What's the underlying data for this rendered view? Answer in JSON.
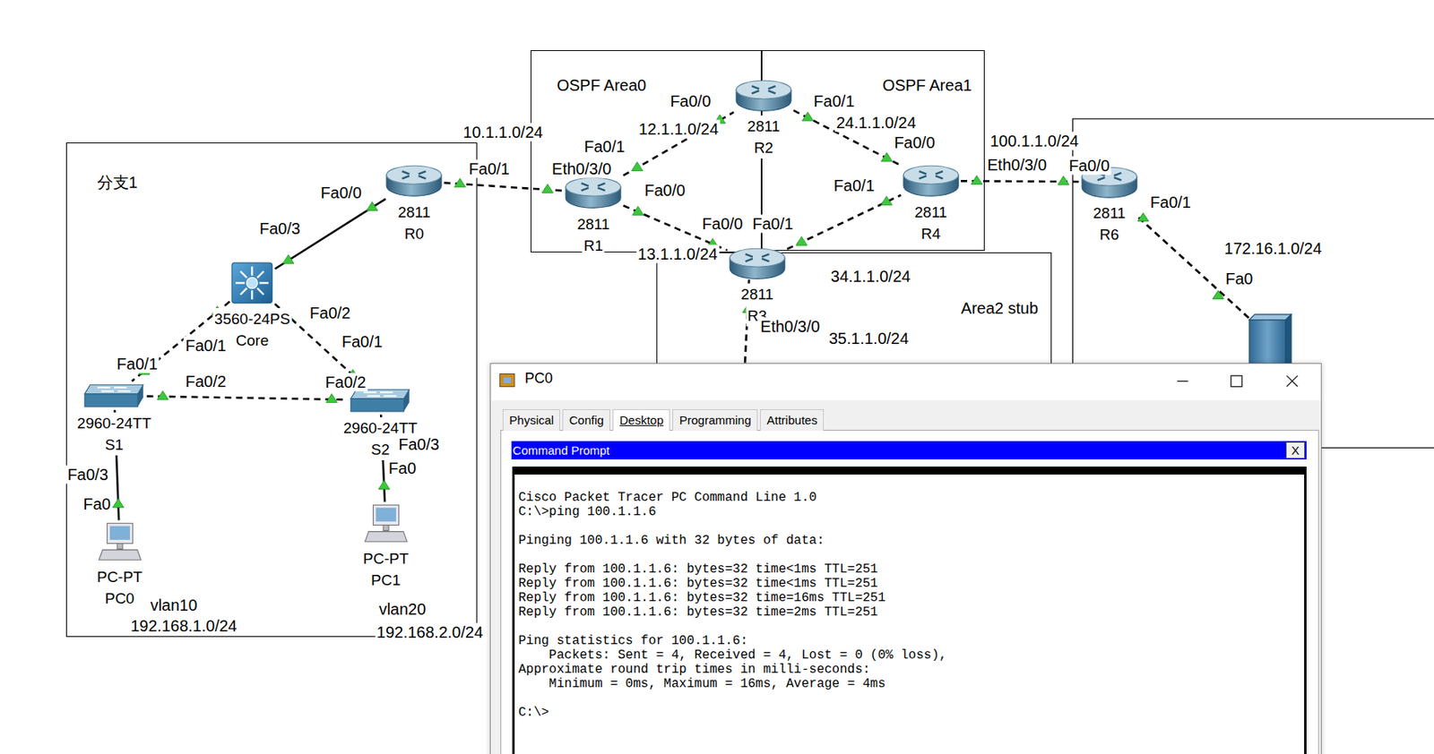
{
  "diagram": {
    "nodes": [
      {
        "text": [
          "分支1"
        ]
      },
      {
        "text": [
          "2811",
          "R0"
        ],
        "in": 0
      },
      {
        "text": [
          "3560-24PS",
          "Core"
        ],
        "in": 0
      },
      {
        "text": [
          "2960-24TT",
          "S1"
        ],
        "in": 0
      },
      {
        "text": [
          "2960-24TT",
          "S2"
        ],
        "in": 0
      },
      {
        "text": [
          "PC-PT",
          "PC0"
        ],
        "in": 0
      },
      {
        "text": [
          "PC-PT",
          "PC1"
        ],
        "in": 0
      },
      {
        "text": [
          "OSPF Area0"
        ]
      },
      {
        "text": [
          "2811",
          "R1"
        ],
        "in": 7
      },
      {
        "text": [
          "OSPF Area1"
        ]
      },
      {
        "text": [
          "2811",
          "R4"
        ],
        "in": 9
      },
      {
        "text": [
          "2811",
          "R2"
        ]
      },
      {
        "text": [
          "Area2 stub"
        ]
      },
      {
        "text": [
          "2811",
          "R3"
        ]
      },
      {
        "text": [
          "2811",
          "R6"
        ]
      },
      {
        "text": [
          "PC0"
        ]
      },
      {
        "text": [
          "Physical"
        ],
        "in": 15
      },
      {
        "text": [
          "Config"
        ],
        "in": 15
      },
      {
        "text": [
          "Desktop"
        ],
        "in": 15
      },
      {
        "text": [
          "Programming"
        ],
        "in": 15
      },
      {
        "text": [
          "Attributes"
        ],
        "in": 15
      },
      {
        "text": [
          "Command Prompt"
        ],
        "in": 15
      },
      {
        "text": [
          "X"
        ],
        "in": 21
      },
      {
        "text": [
          "Cisco Packet Tracer PC Command Line 1.0",
          "C:\\>ping 100.1.1.6",
          "Pinging 100.1.1.6 with 32 bytes of data:",
          "Reply from 100.1.1.6: bytes=32 time<1ms TTL=251",
          "Reply from 100.1.1.6: bytes=32 time<1ms TTL=251",
          "Reply from 100.1.1.6: bytes=32 time=16ms TTL=251",
          "Reply from 100.1.1.6: bytes=32 time=2ms TTL=251",
          "Ping statistics for 100.1.1.6:",
          "    Packets: Sent = 4, Received = 4, Lost = 0 (0% loss),",
          "Approximate round trip times in milli-seconds:",
          "    Minimum = 0ms, Maximum = 16ms, Average = 4ms",
          "C:\\>"
        ],
        "in": 15
      }
    ],
    "edges": [
      {
        "from": 1,
        "to": 8,
        "arrow": "none"
      },
      {
        "from": 1,
        "to": 2,
        "arrow": "none"
      },
      {
        "from": 2,
        "to": 3,
        "arrow": "none"
      },
      {
        "from": 2,
        "to": 4,
        "arrow": "none"
      },
      {
        "from": 3,
        "to": 4,
        "arrow": "none"
      },
      {
        "from": 3,
        "to": 5,
        "arrow": "none"
      },
      {
        "from": 4,
        "to": 6,
        "arrow": "none"
      },
      {
        "from": 8,
        "to": 11,
        "arrow": "none"
      },
      {
        "from": 8,
        "to": 13,
        "arrow": "none"
      },
      {
        "from": 11,
        "to": 10,
        "arrow": "none"
      },
      {
        "from": 13,
        "to": 10,
        "arrow": "none"
      },
      {
        "from": 10,
        "to": 14,
        "arrow": "none"
      }
    ],
    "labels": [
      "10.1.1.0/24",
      "Fa0/0",
      "Fa0/1",
      "Eth0/3/0",
      "Fa0/1",
      "12.1.1.0/24",
      "Fa0/0",
      "Fa0/1",
      "24.1.1.0/24",
      "Fa0/0",
      "Fa0/0",
      "Fa0/0",
      "Fa0/1",
      "13.1.1.0/24",
      "Fa0/1",
      "100.1.1.0/24",
      "Eth0/3/0",
      "Fa0/0",
      "Fa0/1",
      "172.16.1.0/24",
      "Fa0",
      "34.1.1.0/24",
      "Eth0/3/0",
      "35.1.1.0/24",
      "Fa0/3",
      "Fa0/2",
      "Fa0/1",
      "Fa0/1",
      "Fa0/1",
      "Fa0/2",
      "Fa0/2",
      "Fa0/3",
      "Fa0",
      "Fa0/3",
      "Fa0",
      "vlan10",
      "192.168.1.0/24",
      "vlan20",
      "192.168.2.0/24"
    ]
  }
}
